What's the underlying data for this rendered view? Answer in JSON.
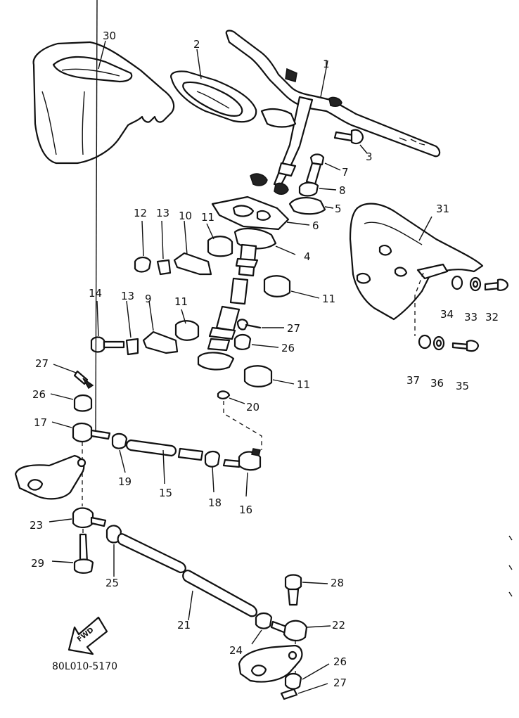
{
  "diagram": {
    "drawing_code": "80L010-5170",
    "fwd_label": "FWD",
    "callouts": [
      {
        "id": "c1",
        "text": "1"
      },
      {
        "id": "c2",
        "text": "2"
      },
      {
        "id": "c3",
        "text": "3"
      },
      {
        "id": "c4",
        "text": "4"
      },
      {
        "id": "c5",
        "text": "5"
      },
      {
        "id": "c6",
        "text": "6"
      },
      {
        "id": "c7",
        "text": "7"
      },
      {
        "id": "c8",
        "text": "8"
      },
      {
        "id": "c9",
        "text": "9"
      },
      {
        "id": "c10",
        "text": "10"
      },
      {
        "id": "c11a",
        "text": "11"
      },
      {
        "id": "c11b",
        "text": "11"
      },
      {
        "id": "c11c",
        "text": "11"
      },
      {
        "id": "c11d",
        "text": "11"
      },
      {
        "id": "c12",
        "text": "12"
      },
      {
        "id": "c13a",
        "text": "13"
      },
      {
        "id": "c13b",
        "text": "13"
      },
      {
        "id": "c14",
        "text": "14"
      },
      {
        "id": "c15",
        "text": "15"
      },
      {
        "id": "c16",
        "text": "16"
      },
      {
        "id": "c17",
        "text": "17"
      },
      {
        "id": "c18",
        "text": "18"
      },
      {
        "id": "c19",
        "text": "19"
      },
      {
        "id": "c20",
        "text": "20"
      },
      {
        "id": "c21",
        "text": "21"
      },
      {
        "id": "c22",
        "text": "22"
      },
      {
        "id": "c23",
        "text": "23"
      },
      {
        "id": "c24",
        "text": "24"
      },
      {
        "id": "c25",
        "text": "25"
      },
      {
        "id": "c26a",
        "text": "26"
      },
      {
        "id": "c26b",
        "text": "26"
      },
      {
        "id": "c26c",
        "text": "26"
      },
      {
        "id": "c27a",
        "text": "27"
      },
      {
        "id": "c27b",
        "text": "27"
      },
      {
        "id": "c27c",
        "text": "27"
      },
      {
        "id": "c28",
        "text": "28"
      },
      {
        "id": "c29",
        "text": "29"
      },
      {
        "id": "c30",
        "text": "30"
      },
      {
        "id": "c31",
        "text": "31"
      },
      {
        "id": "c32",
        "text": "32"
      },
      {
        "id": "c33",
        "text": "33"
      },
      {
        "id": "c34",
        "text": "34"
      },
      {
        "id": "c35",
        "text": "35"
      },
      {
        "id": "c36",
        "text": "36"
      },
      {
        "id": "c37",
        "text": "37"
      }
    ]
  }
}
